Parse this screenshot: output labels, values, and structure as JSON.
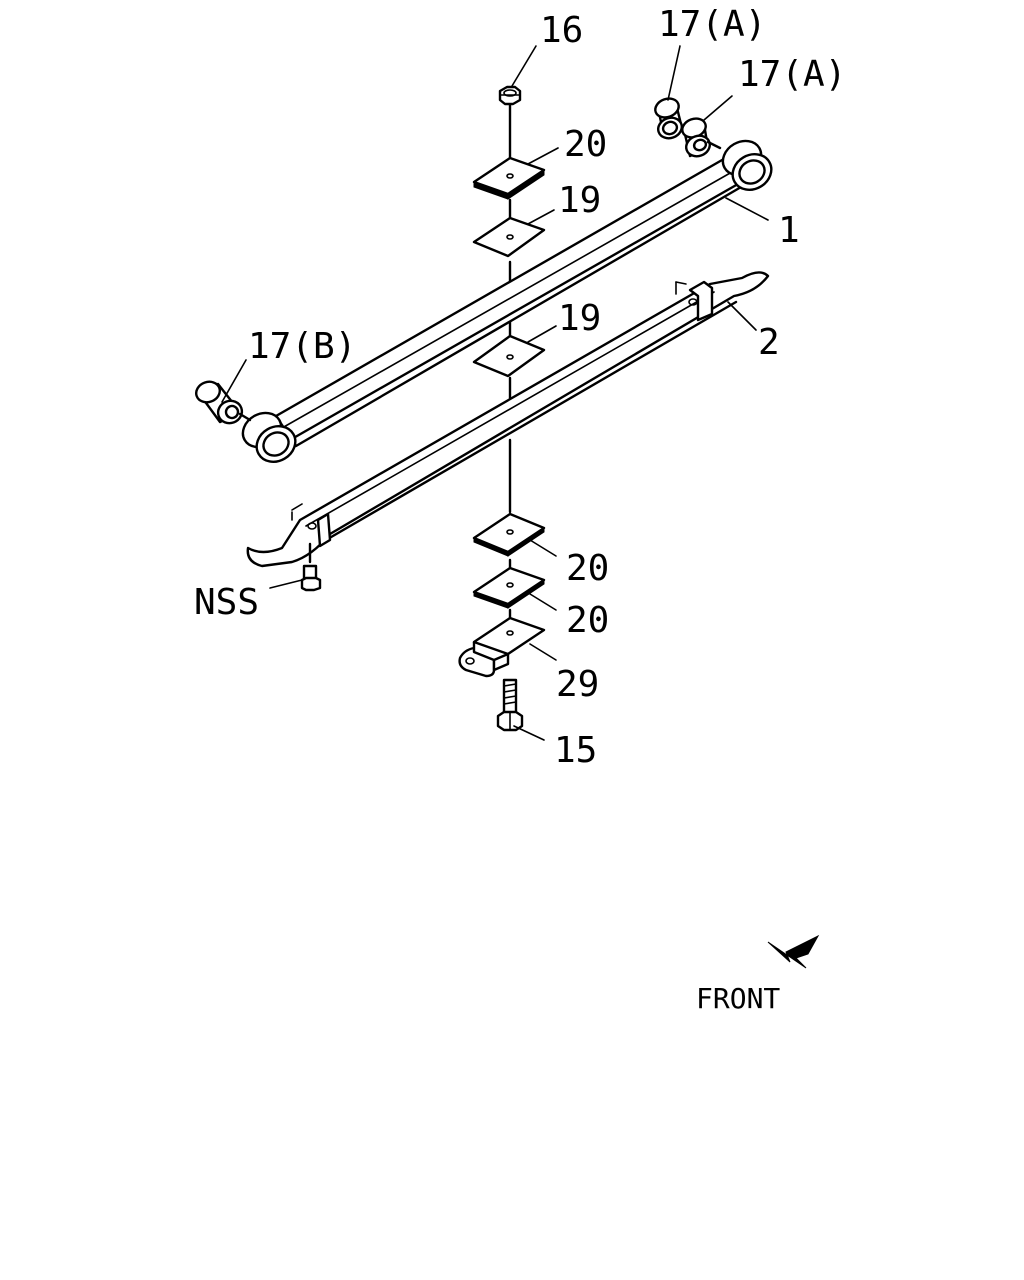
{
  "diagram": {
    "callouts": {
      "c16": "16",
      "c17a_1": "17(A)",
      "c17a_2": "17(A)",
      "c20_top": "20",
      "c19_top": "19",
      "c1": "1",
      "c19_mid": "19",
      "c17b": "17(B)",
      "c2": "2",
      "c20_a": "20",
      "c20_b": "20",
      "cnss": "NSS",
      "c29": "29",
      "c15": "15"
    },
    "front_label": "FRONT",
    "icons": {
      "front_arrow": "arrow-left-down-icon"
    }
  }
}
